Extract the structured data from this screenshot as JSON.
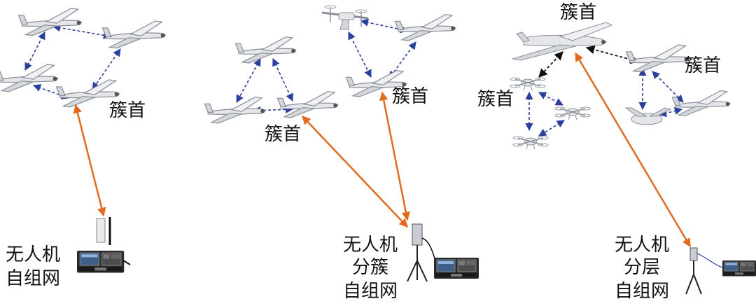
{
  "colors": {
    "link_dashed": "#2b3f9e",
    "link_backhaul": "#e26a1e",
    "link_dark": "#111111",
    "uav_body": "#e4e6ea",
    "uav_edge": "#8a8f98",
    "station_case": "#2a2a2a",
    "antenna": "#c9cdd3"
  },
  "panels": [
    {
      "id": "flat",
      "cluster_head_label": "簇首",
      "network_label_lines": [
        "无人机",
        "自组网"
      ]
    },
    {
      "id": "clustered",
      "cluster_head_label_left": "簇首",
      "cluster_head_label_right": "簇首",
      "network_label_lines": [
        "无人机",
        "分簇",
        "自组网"
      ]
    },
    {
      "id": "hierarchical",
      "cluster_head_label_top": "簇首",
      "cluster_head_label_right": "簇首",
      "cluster_head_label_left": "簇首",
      "network_label_lines": [
        "无人机",
        "分层",
        "自组网"
      ]
    }
  ],
  "icons": {
    "fixed_wing": "fixed-wing-uav-icon",
    "quadrotor": "quadrotor-uav-icon",
    "ground_station": "ground-control-station-icon",
    "antenna": "antenna-icon"
  }
}
